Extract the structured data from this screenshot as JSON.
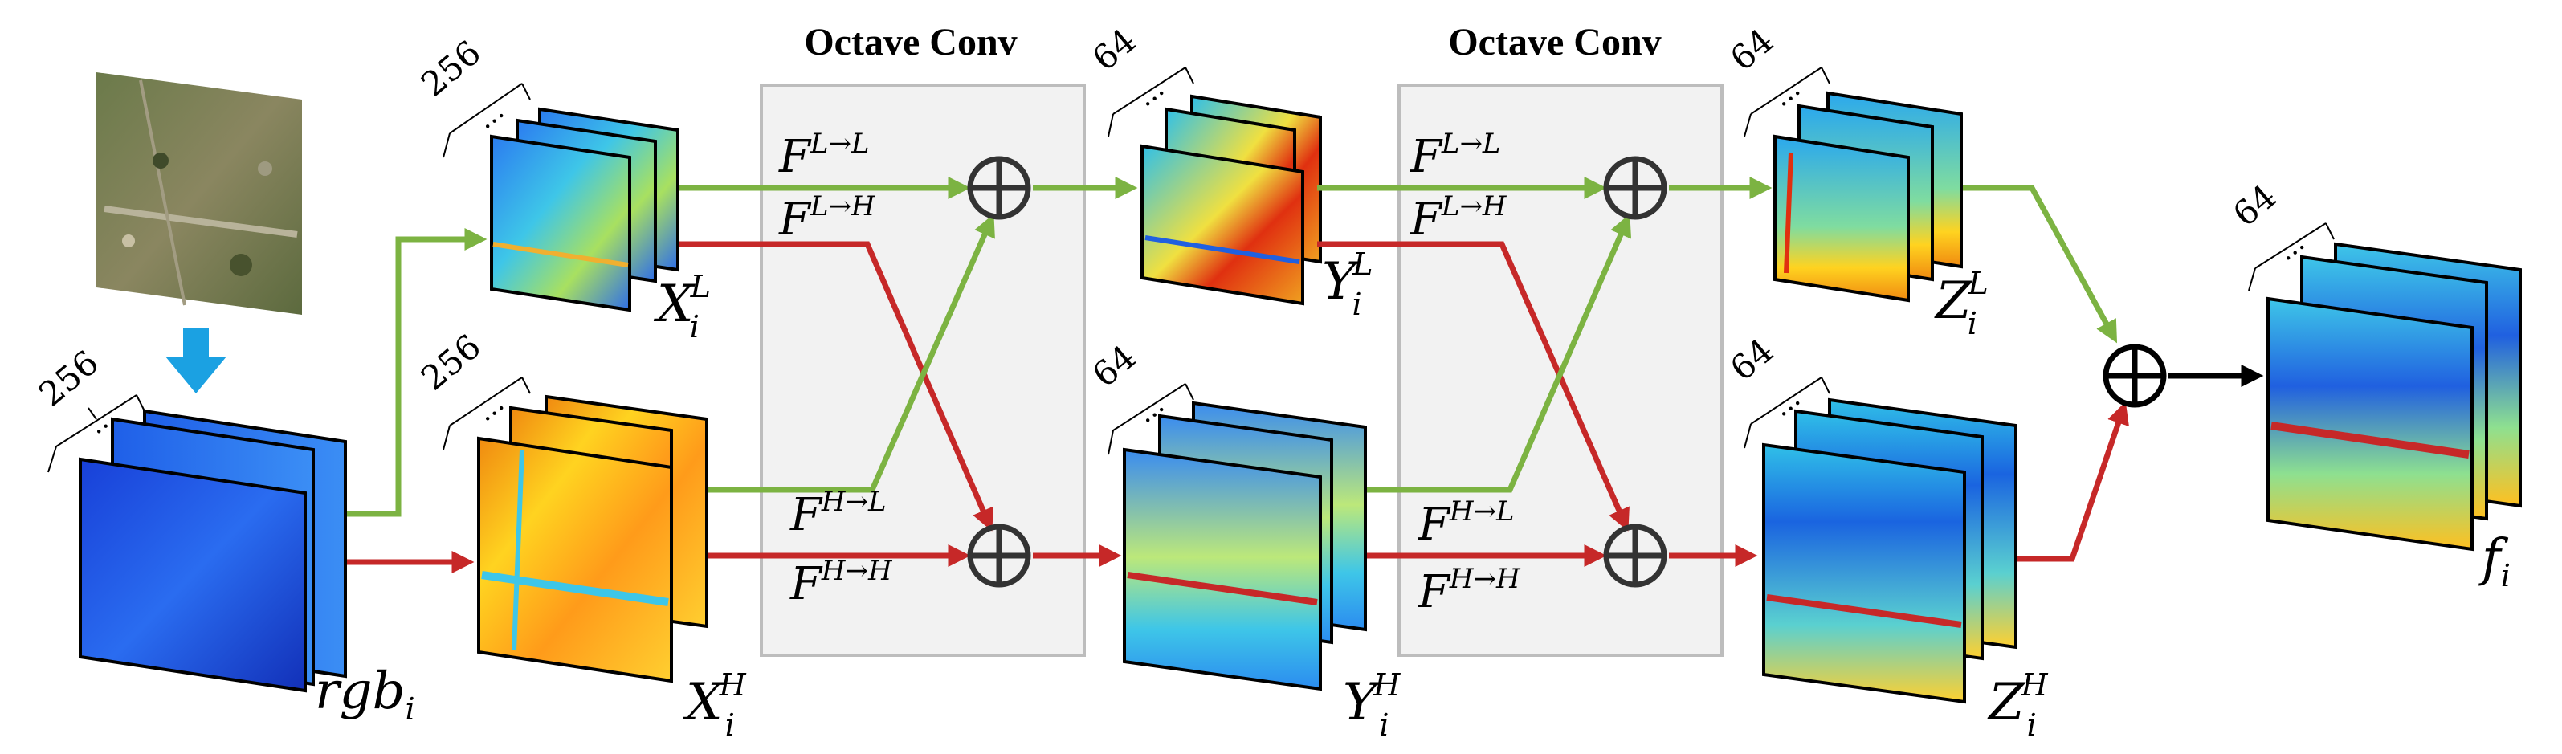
{
  "titles": {
    "octave_conv_1": "Octave Conv",
    "octave_conv_2": "Octave Conv"
  },
  "channel_counts": {
    "rgb": "256",
    "x_low": "256",
    "x_high": "256",
    "y_low": "64",
    "y_high": "64",
    "z_low": "64",
    "z_high": "64",
    "f": "64"
  },
  "stack_ellipsis": "...",
  "labels": {
    "rgb": {
      "base": "rgb",
      "sub": "i",
      "sup": ""
    },
    "x_low": {
      "base": "X",
      "sub": "i",
      "sup": "L"
    },
    "x_high": {
      "base": "X",
      "sub": "i",
      "sup": "H"
    },
    "y_low": {
      "base": "Y",
      "sub": "i",
      "sup": "L"
    },
    "y_high": {
      "base": "Y",
      "sub": "i",
      "sup": "H"
    },
    "z_low": {
      "base": "Z",
      "sub": "i",
      "sup": "L"
    },
    "z_high": {
      "base": "Z",
      "sub": "i",
      "sup": "H"
    },
    "f": {
      "base": "f",
      "sub": "i",
      "sup": ""
    }
  },
  "paths": {
    "ll": {
      "base": "F",
      "sup": "L→L"
    },
    "lh": {
      "base": "F",
      "sup": "L→H"
    },
    "hl": {
      "base": "F",
      "sup": "H→L"
    },
    "hh": {
      "base": "F",
      "sup": "H→H"
    }
  },
  "sum_symbol": "⊕",
  "colors": {
    "low_freq_arrow": "#7cb342",
    "high_freq_arrow": "#c62828",
    "output_arrow": "#000000",
    "input_arrow": "#1ba1e2",
    "octave_box": "#f2f2f2",
    "octave_box_border": "#bdbdbd"
  }
}
